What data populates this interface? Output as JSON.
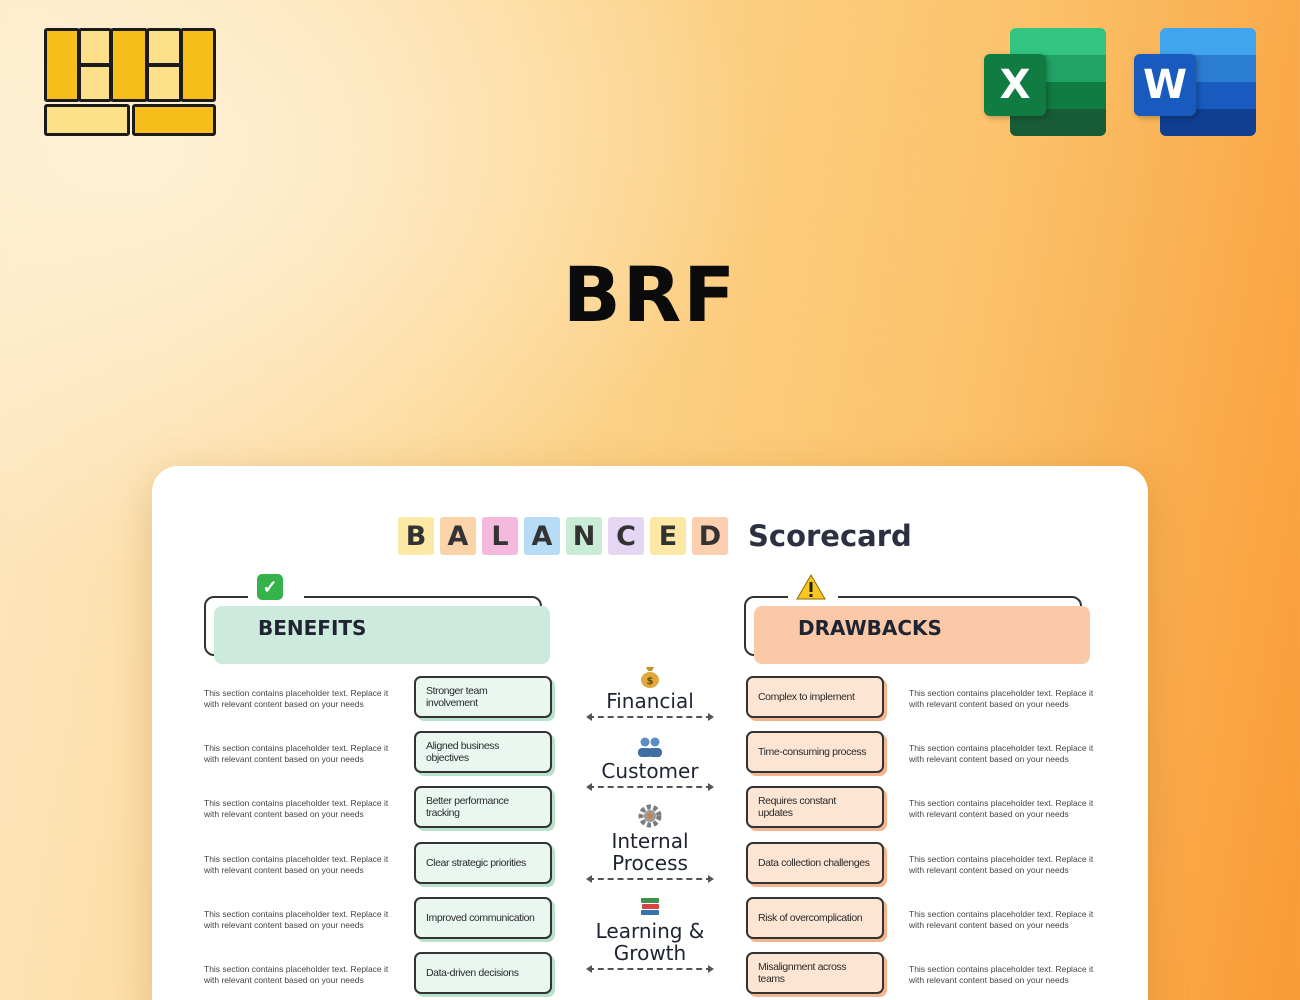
{
  "header": {
    "title": "BRF",
    "apps": [
      {
        "name": "excel",
        "letter": "X",
        "color": "#1d7a44"
      },
      {
        "name": "word",
        "letter": "W",
        "color": "#1f5fc3"
      }
    ]
  },
  "preview": {
    "heading_letters": [
      "B",
      "A",
      "L",
      "A",
      "N",
      "C",
      "E",
      "D"
    ],
    "heading_letter_colors": [
      "#fde8a6",
      "#fbd3a9",
      "#f5b9de",
      "#b7dcf6",
      "#c9ecd6",
      "#e5d7f4",
      "#fde8a6",
      "#fcd0ae"
    ],
    "heading_word": "Scorecard",
    "benefits": {
      "label": "BENEFITS",
      "items": [
        "Stronger team involvement",
        "Aligned business objectives",
        "Better performance tracking",
        "Clear strategic priorities",
        "Improved communication",
        "Data-driven decisions"
      ]
    },
    "drawbacks": {
      "label": "DRAWBACKS",
      "items": [
        "Complex to implement",
        "Time-consuming process",
        "Requires constant updates",
        "Data collection challenges",
        "Risk of overcomplication",
        "Misalignment across teams"
      ]
    },
    "perspectives": [
      "Financial",
      "Customer",
      "Internal Process",
      "Learning & Growth"
    ],
    "placeholder": "This section contains placeholder text. Replace it with relevant content based on your needs",
    "colors": {
      "benefits_fill": "#cdebdc",
      "drawbacks_fill": "#fbc9a8"
    }
  }
}
